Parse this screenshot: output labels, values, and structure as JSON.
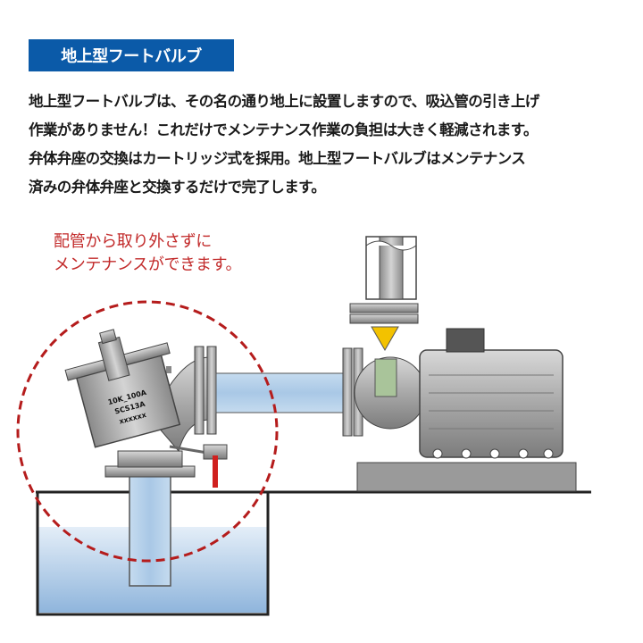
{
  "title": "地上型フートバルブ",
  "description": [
    "地上型フートバルブは、その名の通り地上に設置しますので、吸込管の引き上げ",
    "作業がありません！これだけでメンテナンス作業の負担は大きく軽減されます。",
    "弁体弁座の交換はカートリッジ式を採用。地上型フートバルブはメンテナンス",
    "済みの弁体弁座と交換するだけで完了します。"
  ],
  "callout": [
    "配管から取り外さずに",
    "メンテナンスができます。"
  ],
  "valve_markings": [
    "10K_100A",
    "SCS13A",
    "xxxxxx"
  ],
  "colors": {
    "title_bg": "#0b5aa8",
    "callout": "#c22a2a",
    "water": "#a9c8e6",
    "valve_handle": "#d0201e"
  }
}
